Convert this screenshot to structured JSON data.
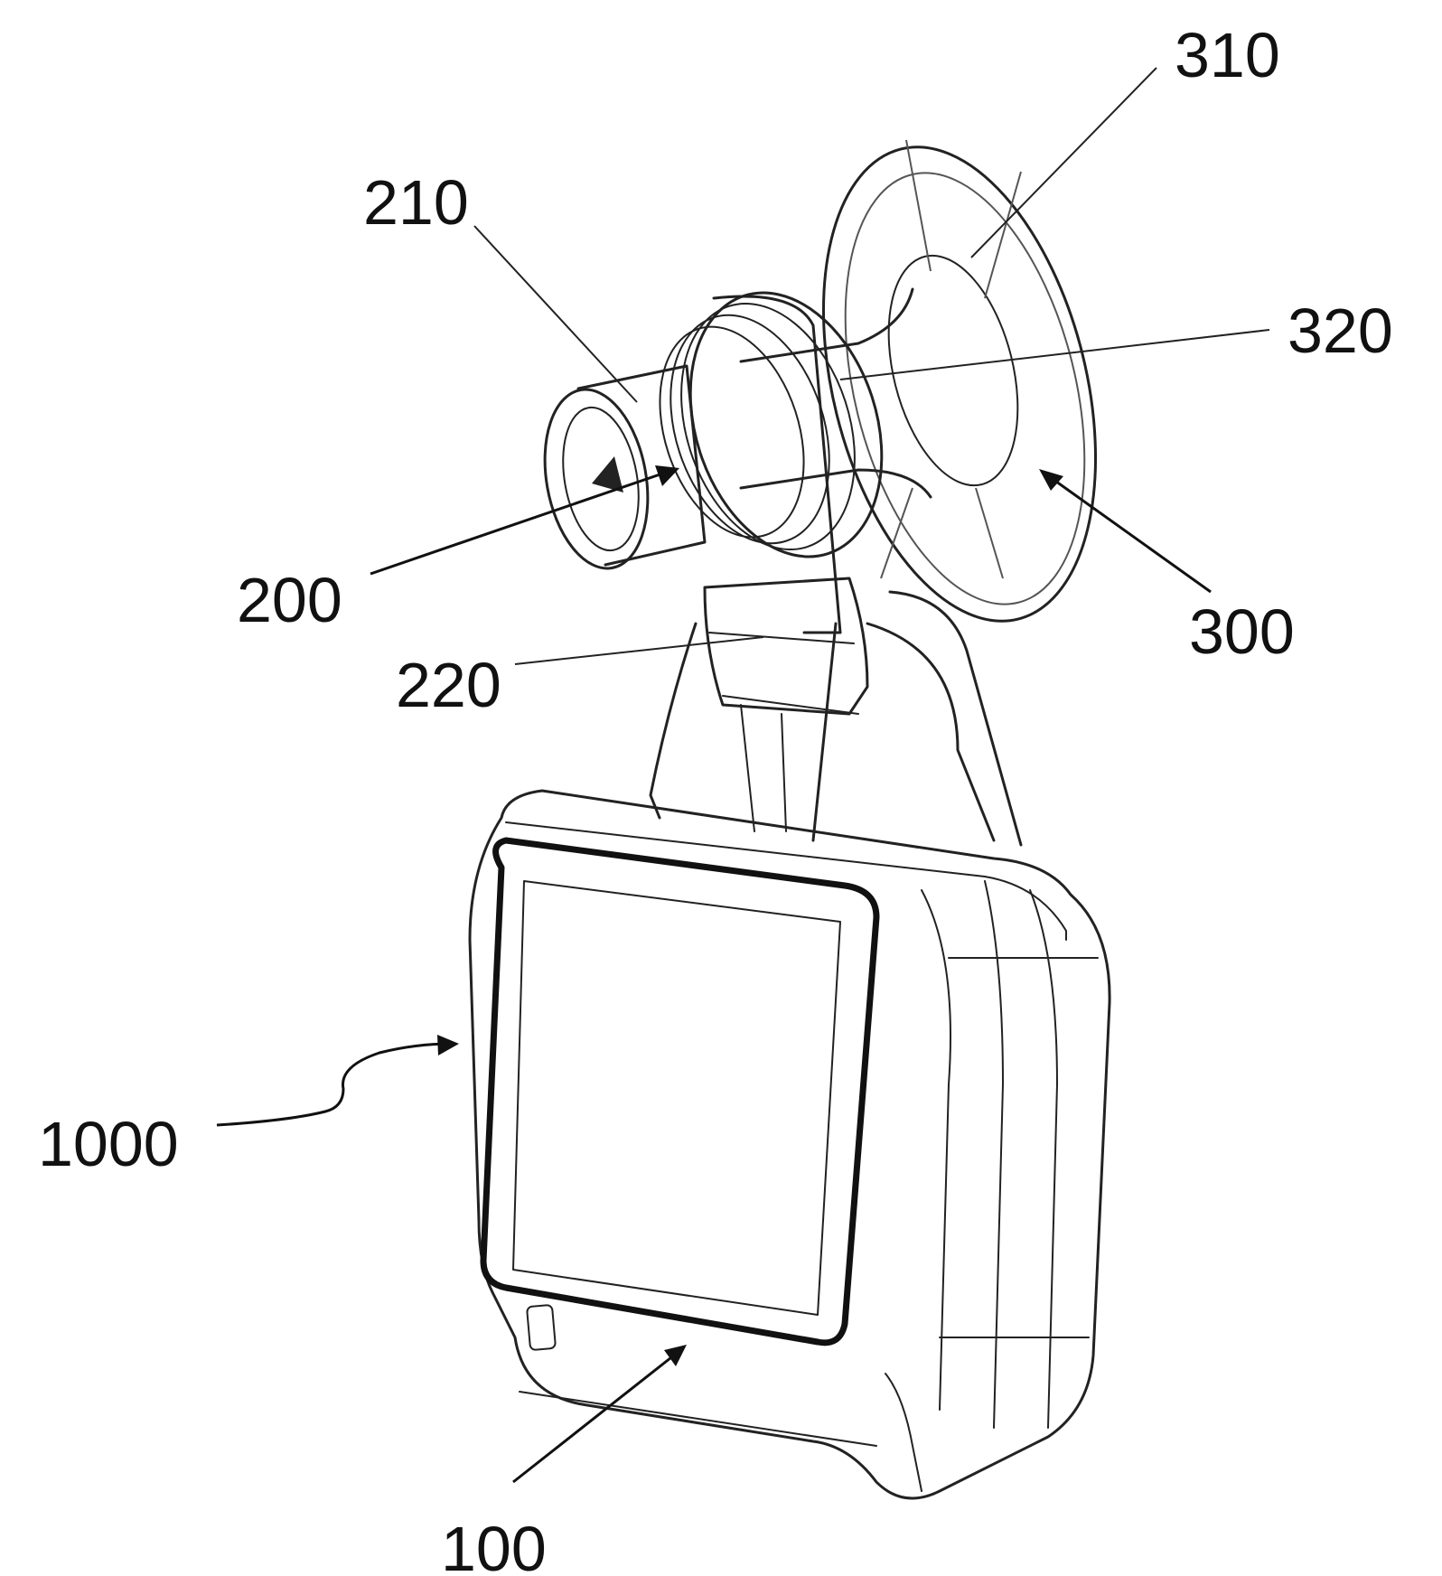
{
  "labels": {
    "device": "1000",
    "body": "100",
    "mouthpiece": "200",
    "mouthpiece_tube": "210",
    "mouthpiece_mount": "220",
    "stand": "300",
    "stand_disc": "310",
    "stand_post": "320"
  }
}
